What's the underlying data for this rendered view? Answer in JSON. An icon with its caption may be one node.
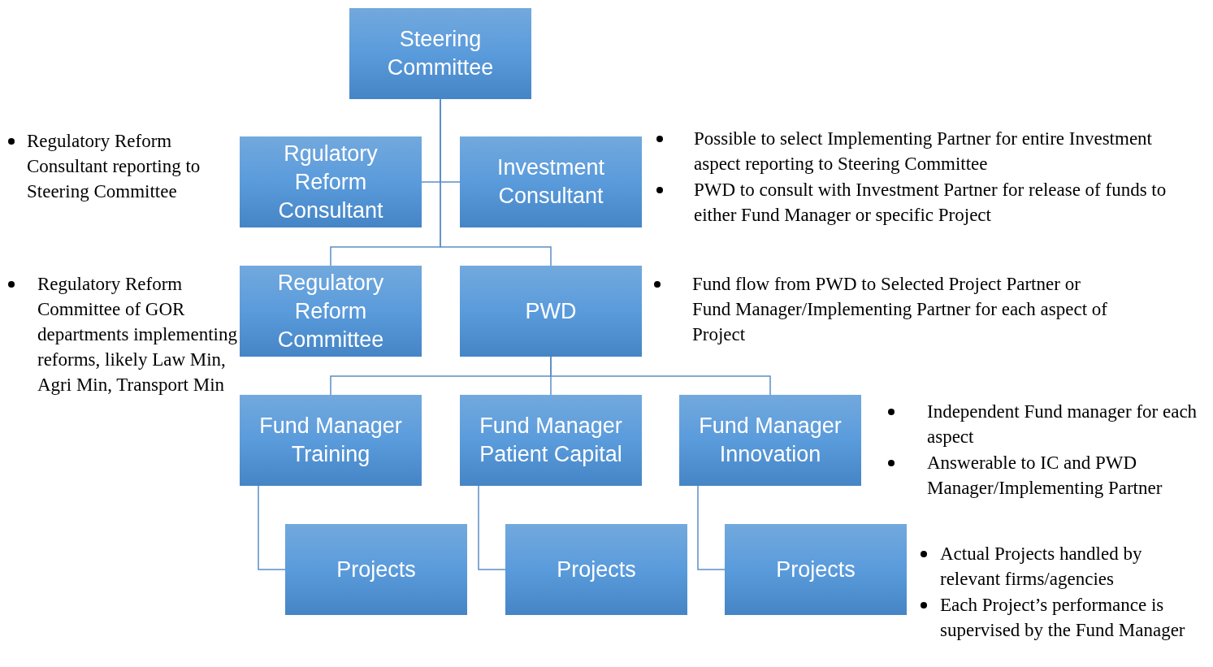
{
  "diagram": {
    "nodes": [
      {
        "text": [
          "Steering Committee"
        ]
      },
      {
        "text": [
          "Rgulatory Reform Consultant"
        ]
      },
      {
        "text": [
          "Investment Consultant"
        ]
      },
      {
        "text": [
          "Regulatory Reform Committee"
        ]
      },
      {
        "text": [
          "PWD"
        ]
      },
      {
        "text": [
          "Fund Manager Training"
        ]
      },
      {
        "text": [
          "Fund Manager Patient Capital"
        ]
      },
      {
        "text": [
          "Fund Manager Innovation"
        ]
      },
      {
        "text": [
          "Projects"
        ]
      },
      {
        "text": [
          "Projects"
        ]
      },
      {
        "text": [
          "Projects"
        ]
      }
    ],
    "edges": [
      {
        "from": 0,
        "to": 1,
        "arrow": "none"
      },
      {
        "from": 0,
        "to": 2,
        "arrow": "none"
      },
      {
        "from": 0,
        "to": 3,
        "arrow": "none"
      },
      {
        "from": 0,
        "to": 4,
        "arrow": "none"
      },
      {
        "from": 4,
        "to": 5,
        "arrow": "none"
      },
      {
        "from": 4,
        "to": 6,
        "arrow": "none"
      },
      {
        "from": 4,
        "to": 7,
        "arrow": "none"
      },
      {
        "from": 5,
        "to": 8,
        "arrow": "none"
      },
      {
        "from": 6,
        "to": 9,
        "arrow": "none"
      },
      {
        "from": 7,
        "to": 10,
        "arrow": "none"
      }
    ],
    "labels": [
      "Regulatory Reform Consultant reporting to Steering Committee",
      "Possible to select Implementing Partner for entire Investment aspect reporting to Steering Committee",
      "PWD to consult with Investment Partner for release of funds to either Fund Manager or specific Project",
      "Regulatory Reform Committee of GOR departments implementing reforms, likely Law Min, Agri Min, Transport Min",
      "Fund flow from PWD to Selected Project Partner or Fund Manager/Implementing Partner for each aspect of Project",
      "Independent Fund manager for each aspect",
      "Answerable to IC and PWD Manager/Implementing Partner",
      "Actual Projects handled by relevant firms/agencies",
      "Each Project’s performance is supervised by the Fund Manager"
    ]
  }
}
